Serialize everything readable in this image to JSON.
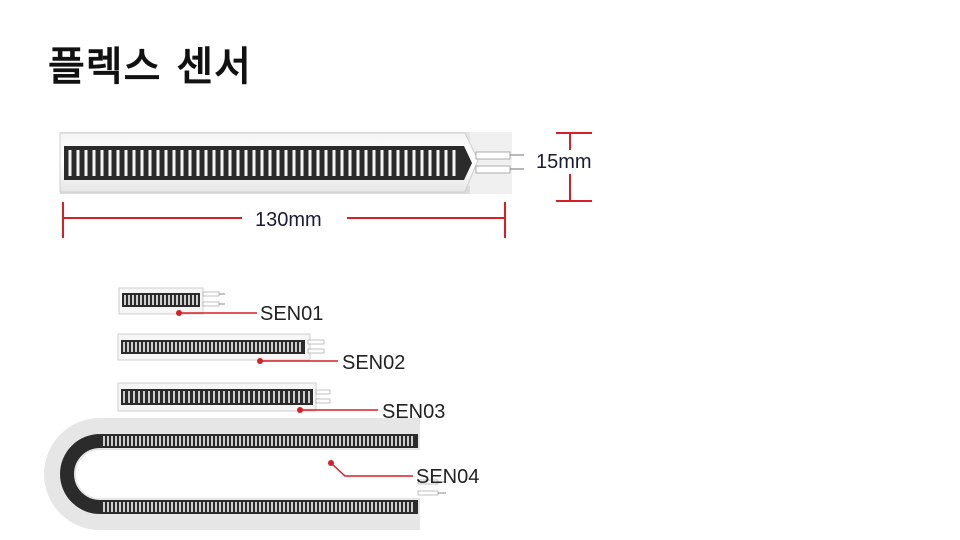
{
  "slide": {
    "title": "플렉스 센서",
    "dimensions": {
      "length_label": "130mm",
      "width_label": "15mm"
    },
    "sensors": [
      {
        "label": "SEN01"
      },
      {
        "label": "SEN02"
      },
      {
        "label": "SEN03"
      },
      {
        "label": "SEN04"
      }
    ],
    "colors": {
      "accent": "#d91f26",
      "trace": "#2b2b2b",
      "text": "#111111"
    }
  }
}
